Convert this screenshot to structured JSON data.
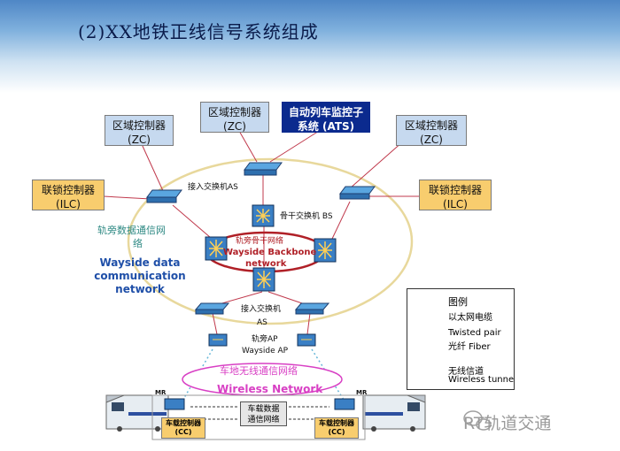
{
  "slide": {
    "title": "(2)XX地铁正线信号系统组成"
  },
  "boxes": {
    "zc_left": {
      "line1": "区域控制器",
      "line2": "(ZC)"
    },
    "zc_mid": {
      "line1": "区域控制器",
      "line2": "(ZC)"
    },
    "ats": {
      "line1": "自动列车监控子",
      "line2": "系统 (ATS)"
    },
    "zc_right": {
      "line1": "区域控制器",
      "line2": "(ZC)"
    },
    "ilc_left": {
      "line1": "联锁控制器",
      "line2": "(ILC)"
    },
    "ilc_right": {
      "line1": "联锁控制器",
      "line2": "(ILC)"
    }
  },
  "labels": {
    "access_switch_top": "接入交换机AS",
    "backbone_switch": "骨干交换机 BS",
    "wayside_backbone_cn": "轨旁骨干网络",
    "wayside_backbone_en1": "Wayside Backbone",
    "wayside_backbone_en2": "network",
    "wayside_data_cn1": "轨旁数据通信网",
    "wayside_data_cn2": "络",
    "wayside_data_en1": "Wayside data",
    "wayside_data_en2": "communication",
    "wayside_data_en3": "network",
    "access_switch_bottom_cn": "接入交换机",
    "access_switch_bottom_en": "AS",
    "wayside_ap_cn": "轨旁AP",
    "wayside_ap_en": "Wayside AP",
    "wireless_cn": "车地无线通信网络",
    "wireless_en": "Wireless Network",
    "mr_left": "MR",
    "mr_right": "MR"
  },
  "train": {
    "cc_left_line1": "车载控制器",
    "cc_left_line2": "(CC)",
    "cc_right_line1": "车载控制器",
    "cc_right_line2": "(CC)",
    "vehicle_net_line1": "车载数据",
    "vehicle_net_line2": "通信网络"
  },
  "legend": {
    "title": "图例",
    "ethernet": "以太网电缆",
    "twisted": "Twisted pair",
    "fiber": "光纤 Fiber",
    "wireless_cn": "无线信道",
    "wireless_en": "Wireless tunne"
  },
  "watermark": "RT轨道交通",
  "colors": {
    "zc_fill": "#c6d9ef",
    "ilc_fill": "#f8cd6e",
    "ats_fill": "#0b2a8e",
    "ring": "#e8d89c",
    "backbone_ring": "#b02027",
    "fiber_line": "#c0394c",
    "wireless_ellipse": "#d83fc4"
  }
}
